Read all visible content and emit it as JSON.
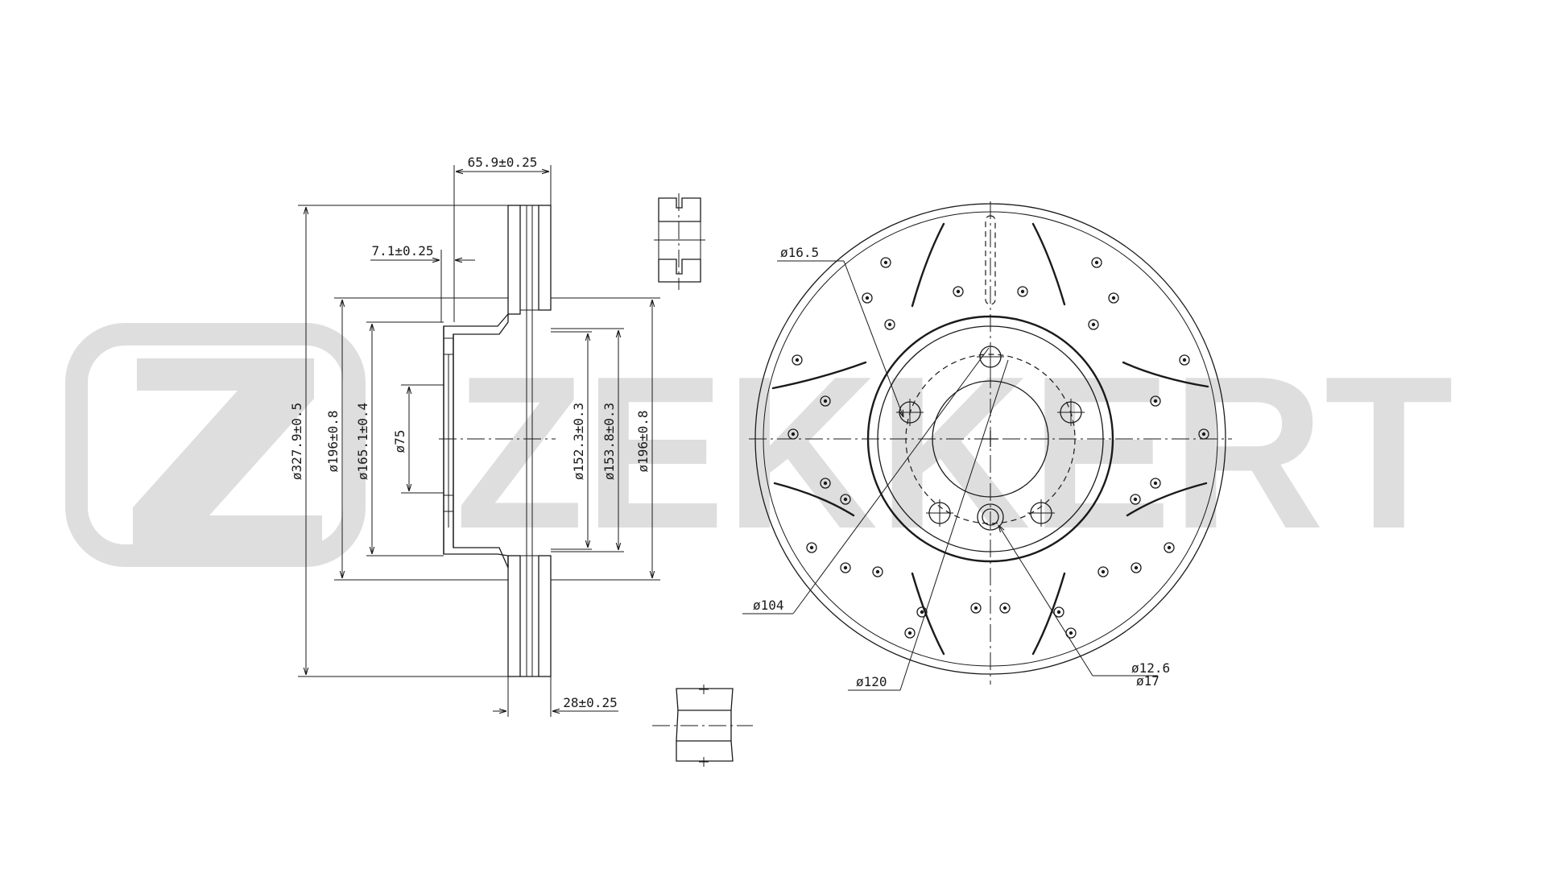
{
  "watermark": {
    "text": "ZEKKERT",
    "color": "#dedede"
  },
  "dimensions": {
    "width_outer": "65.9±0.25",
    "hub_thickness": "7.1±0.25",
    "disc_thickness": "28±0.25",
    "d_outer": "ø327.9±0.5",
    "d_196_left": "ø196±0.8",
    "d_165": "ø165.1±0.4",
    "d_75": "ø75",
    "d_152": "ø152.3±0.3",
    "d_153": "ø153.8±0.3",
    "d_196_right": "ø196±0.8",
    "hole_16_5": "ø16.5",
    "pcd_104": "ø104",
    "pcd_120": "ø120",
    "hole_12_6": "ø12.6",
    "hole_17": "ø17"
  },
  "colors": {
    "line": "#1a1a1a",
    "background": "#ffffff"
  }
}
